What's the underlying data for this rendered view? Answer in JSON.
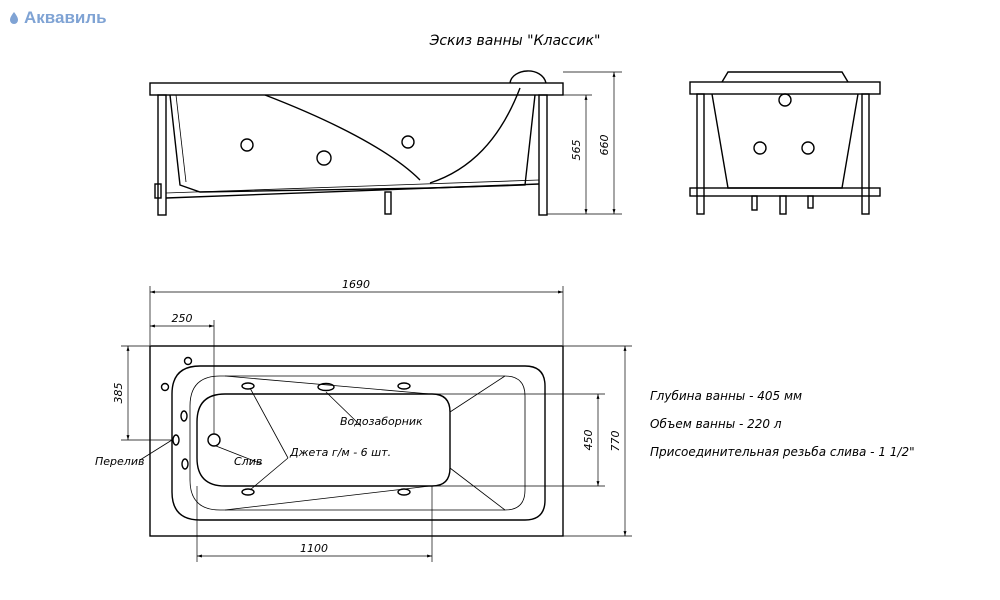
{
  "logo": {
    "text": "Аквавиль",
    "icon": "drop-icon"
  },
  "title": "Эскиз ванны \"Классик\"",
  "dimensions": {
    "length": "1690",
    "offset_250": "250",
    "offset_385": "385",
    "inner_width": "450",
    "total_width": "770",
    "inner_length": "1100",
    "height_565": "565",
    "height_660": "660"
  },
  "callouts": {
    "overflow": "Перелив",
    "drain": "Слив",
    "jets": "Джета г/м - 6 шт.",
    "water_intake": "Водозаборник"
  },
  "specs": [
    "Глубина ванны - 405 мм",
    "Объем ванны - 220 л",
    "Присоединительная резьба слива - 1 1/2\""
  ],
  "colors": {
    "line": "#000000",
    "logo": "#7fa3d4"
  }
}
